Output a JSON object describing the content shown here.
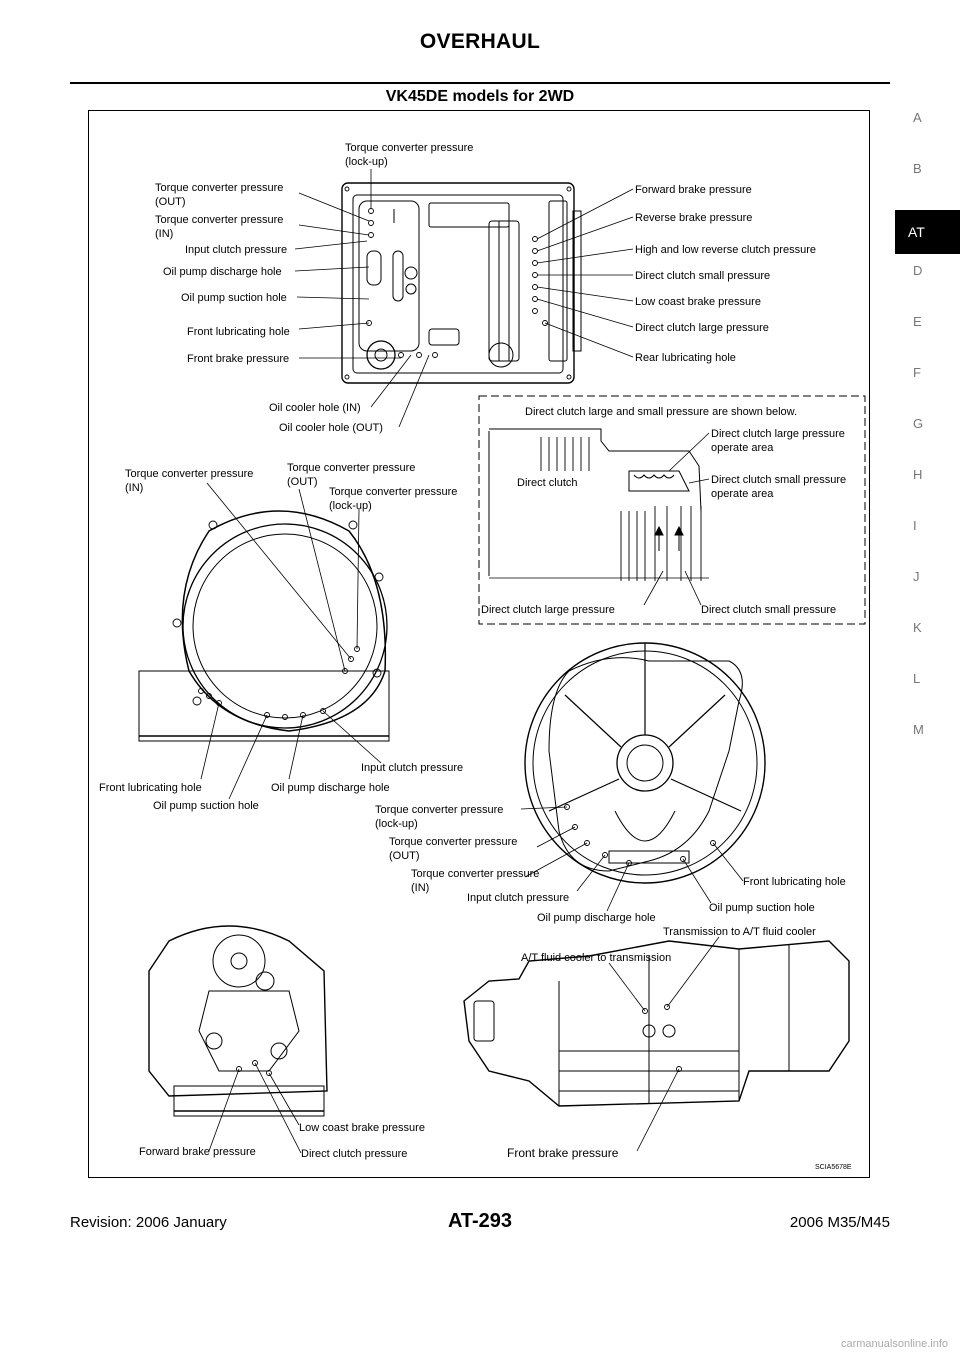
{
  "header": {
    "title": "OVERHAUL"
  },
  "section": {
    "title": "VK45DE models for 2WD"
  },
  "side_index": [
    "A",
    "B",
    "AT",
    "D",
    "E",
    "F",
    "G",
    "H",
    "I",
    "J",
    "K",
    "L",
    "M"
  ],
  "side_index_active": "AT",
  "figure": {
    "top_view": {
      "labels": [
        "Torque converter pressure",
        "(lock-up)",
        "Torque converter pressure",
        "(OUT)",
        "Torque converter pressure",
        "(IN)",
        "Input clutch pressure",
        "Oil pump discharge hole",
        "Oil pump suction hole",
        "Front lubricating hole",
        "Front brake pressure",
        "Oil cooler hole (IN)",
        "Oil cooler hole (OUT)",
        "Forward brake pressure",
        "Reverse brake pressure",
        "High and low reverse clutch pressure",
        "Direct clutch small pressure",
        "Low coast brake pressure",
        "Direct clutch large pressure",
        "Rear lubricating hole"
      ]
    },
    "inset": {
      "title": "Direct clutch large and small pressure are shown below.",
      "labels": [
        "Direct clutch large pressure",
        "operate area",
        "Direct clutch",
        "Direct clutch small pressure",
        "operate area",
        "Direct clutch large pressure",
        "Direct clutch small pressure"
      ]
    },
    "housing_view": {
      "labels": [
        "Torque converter pressure",
        "(IN)",
        "Torque converter pressure",
        "(OUT)",
        "Torque converter pressure",
        "(lock-up)",
        "Input clutch pressure",
        "Front lubricating hole",
        "Oil pump discharge hole",
        "Oil pump suction hole"
      ]
    },
    "pump_view": {
      "labels": [
        "Torque converter pressure",
        "(lock-up)",
        "Torque converter pressure",
        "(OUT)",
        "Torque converter pressure",
        "(IN)",
        "Input clutch pressure",
        "Oil pump discharge hole",
        "Oil pump suction hole",
        "Front lubricating hole"
      ]
    },
    "rear_view": {
      "labels": [
        "Low coast brake pressure",
        "Forward brake pressure",
        "Direct clutch pressure"
      ]
    },
    "side_view": {
      "labels": [
        "Transmission to A/T fluid cooler",
        "A/T fluid cooler to transmission",
        "Front brake pressure"
      ]
    },
    "figure_code": "SCIA5678E"
  },
  "footer": {
    "revision": "Revision: 2006 January",
    "page_number": "AT-293",
    "model": "2006 M35/M45"
  },
  "watermark": "carmanualsonline.info"
}
